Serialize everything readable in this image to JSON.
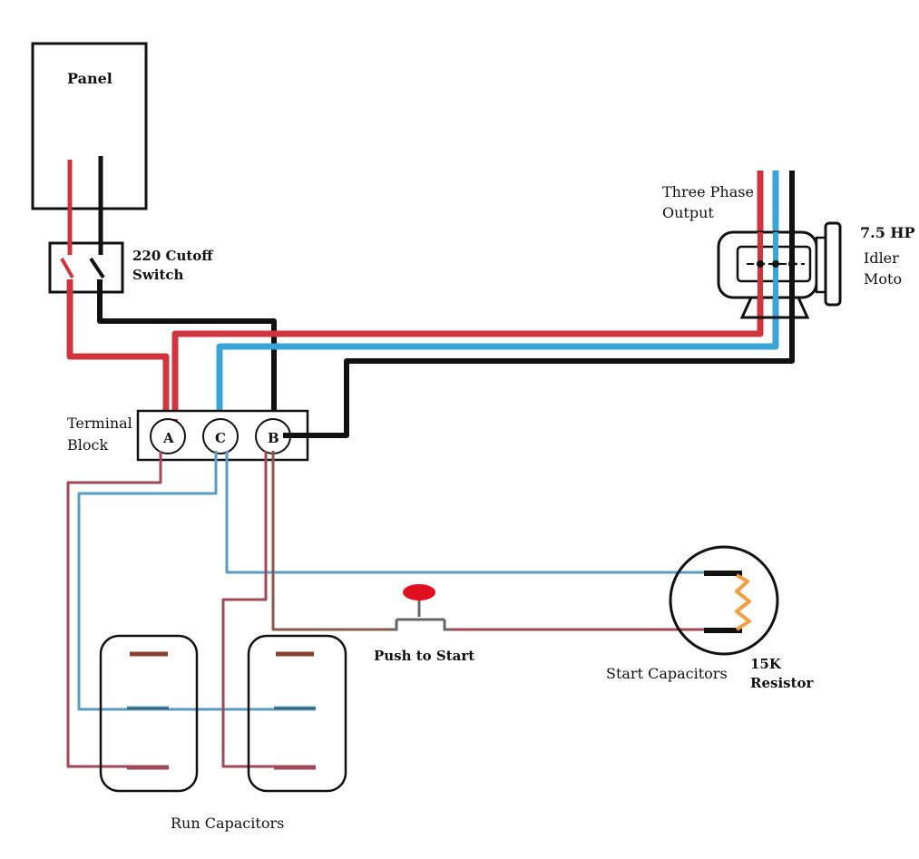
{
  "labels": {
    "panel": "Panel",
    "switch_line1": "220 Cutoff",
    "switch_line2": "Switch",
    "output_line1": "Three Phase",
    "output_line2": "Output",
    "motor_hp": "7.5 HP",
    "motor_line1": "Idler",
    "motor_line2": "Moto",
    "terminal_line1": "Terminal",
    "terminal_line2": "Block",
    "terminal_a": "A",
    "terminal_c": "C",
    "terminal_b": "B",
    "push_to_start": "Push to Start",
    "start_capacitors": "Start Capacitors",
    "resistor_line1": "15K",
    "resistor_line2": "Resistor",
    "run_capacitors": "Run Capacitors"
  },
  "colors": {
    "red": "#d0343c",
    "black": "#111111",
    "blue": "#3aa3d8",
    "thin_red": "#a04858",
    "thin_blue": "#5a9cc4",
    "thin_brown": "#8a5a4a",
    "resistor": "#f0a040",
    "button": "#e01020"
  }
}
